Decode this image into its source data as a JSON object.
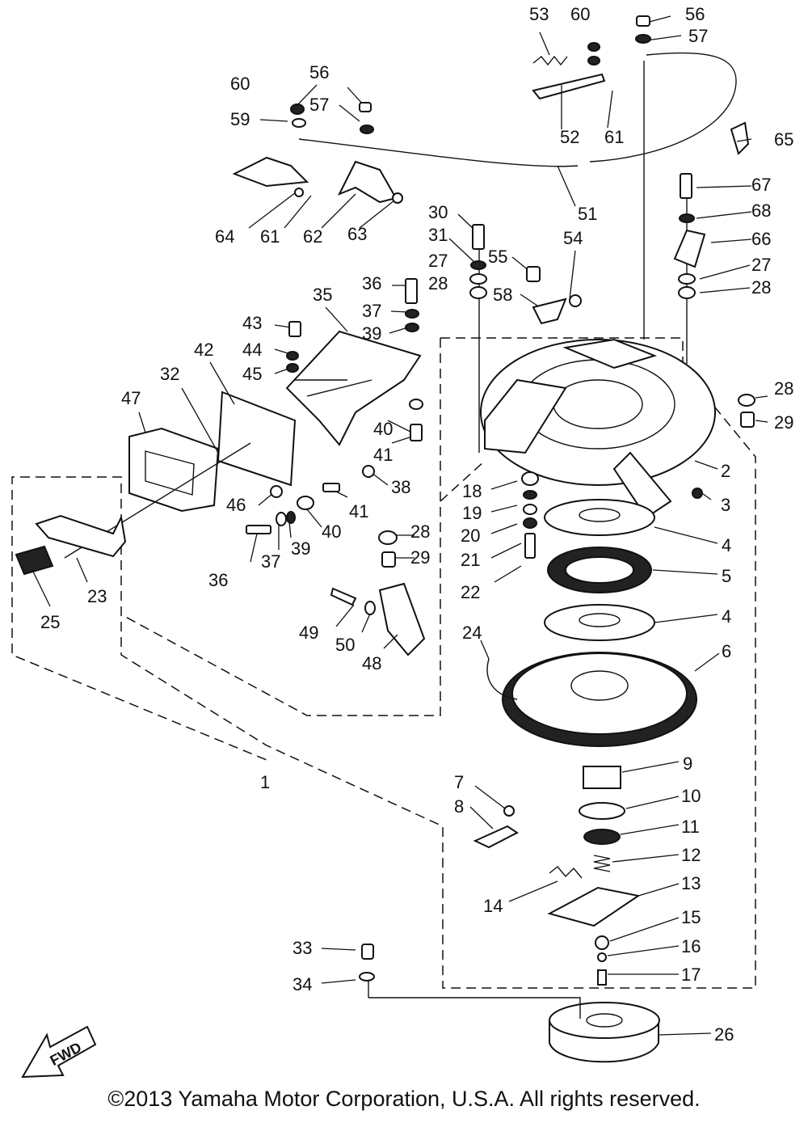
{
  "callouts": [
    "1",
    "2",
    "3",
    "4",
    "5",
    "6",
    "7",
    "8",
    "9",
    "10",
    "11",
    "12",
    "13",
    "14",
    "15",
    "16",
    "17",
    "18",
    "19",
    "20",
    "21",
    "22",
    "23",
    "24",
    "25",
    "26",
    "27",
    "28",
    "29",
    "30",
    "31",
    "32",
    "33",
    "34",
    "35",
    "36",
    "37",
    "38",
    "39",
    "40",
    "41",
    "42",
    "43",
    "44",
    "45",
    "46",
    "47",
    "48",
    "49",
    "50",
    "51",
    "52",
    "53",
    "54",
    "55",
    "56",
    "57",
    "58",
    "59",
    "60",
    "61",
    "62",
    "63",
    "64",
    "65",
    "66",
    "67",
    "68"
  ],
  "fwd_label": "FWD",
  "copyright": "©2013 Yamaha Motor Corporation, U.S.A. All rights reserved."
}
